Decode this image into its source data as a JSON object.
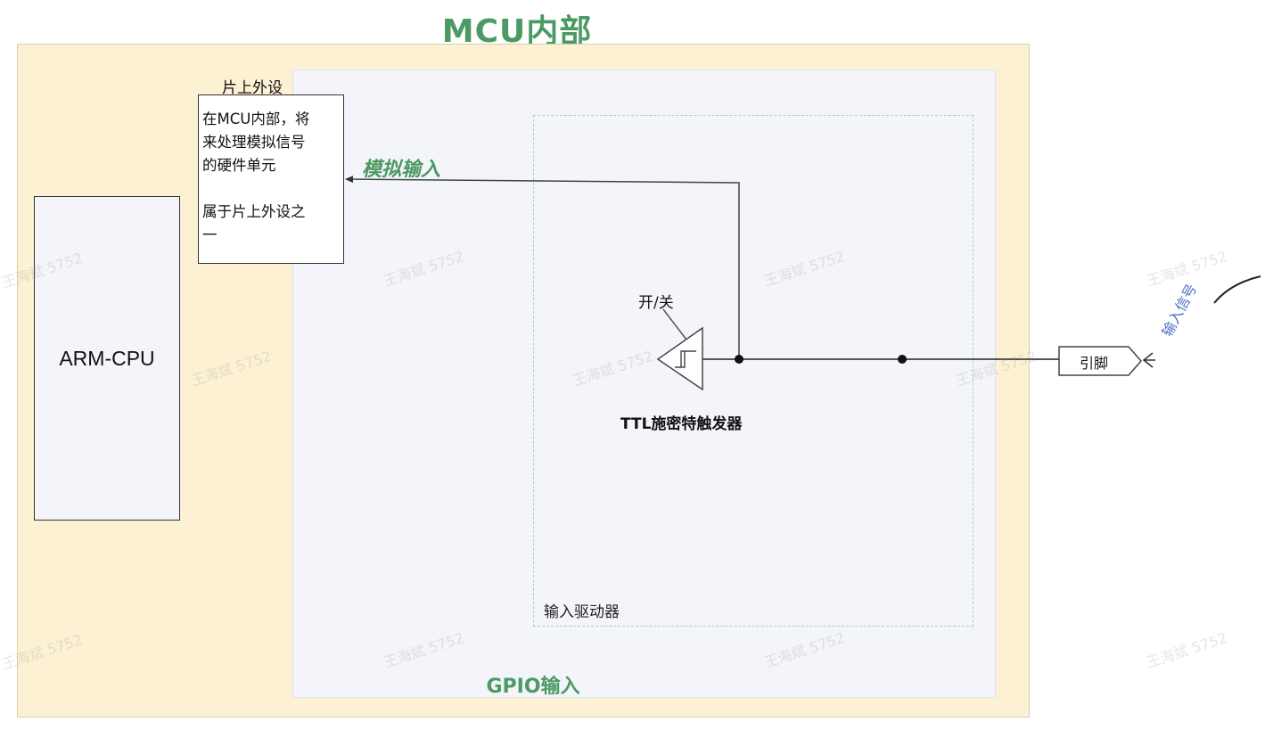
{
  "title": "MCU内部",
  "gpio_label": "GPIO输入",
  "input_driver_label": "输入驱动器",
  "cpu_label": "ARM-CPU",
  "peripheral": {
    "title": "片上外设",
    "description": "在MCU内部，将\n来处理模拟信号\n的硬件单元\n\n属于片上外设之\n一"
  },
  "analog_input_label": "模拟输入",
  "switch_label": "开/关",
  "schmitt_trigger_label": "TTL施密特触发器",
  "pin_label": "引脚",
  "input_signal_label": "输入信号",
  "watermarks": [
    "王海斌 5752",
    "王海斌 5752",
    "王海斌 5752",
    "王海斌 5752",
    "王海斌 5752",
    "王海斌 5752",
    "王海斌 5752",
    "王海斌 5752",
    "王海斌 5752",
    "王海斌 5752",
    "王海斌 5752"
  ],
  "colors": {
    "title_green": "#4c9a63",
    "mcu_fill": "#fdf1d3",
    "gpio_fill": "#f3f5fb",
    "signal_blue": "#4a6fc4"
  }
}
